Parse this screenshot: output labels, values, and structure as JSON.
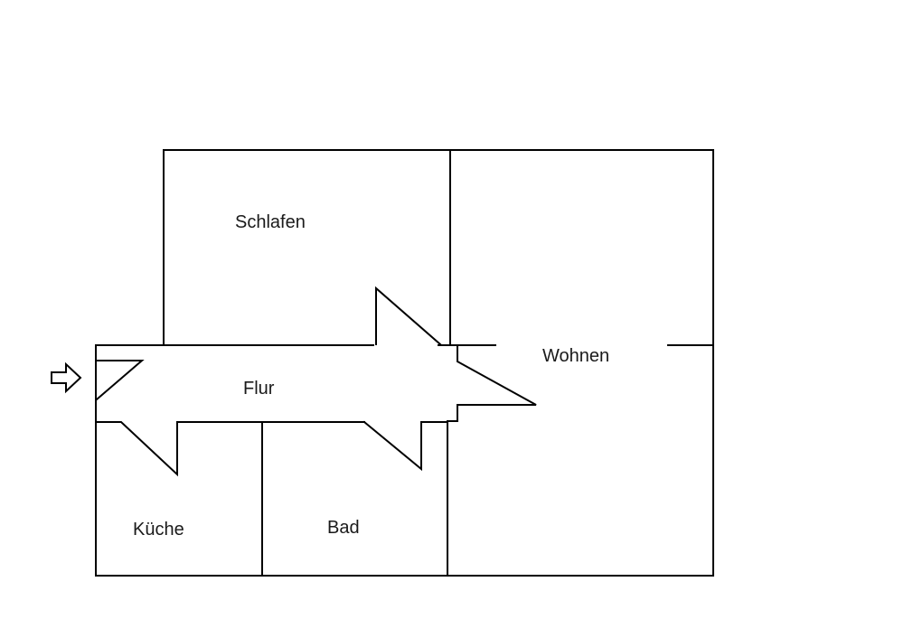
{
  "diagram": {
    "type": "floor-plan",
    "rooms": {
      "schlafen": "Schlafen",
      "wohnen": "Wohnen",
      "flur": "Flur",
      "kueche": "Küche",
      "bad": "Bad"
    },
    "entrance_icon": "arrow-right-outline-icon",
    "line_color": "#000000"
  }
}
